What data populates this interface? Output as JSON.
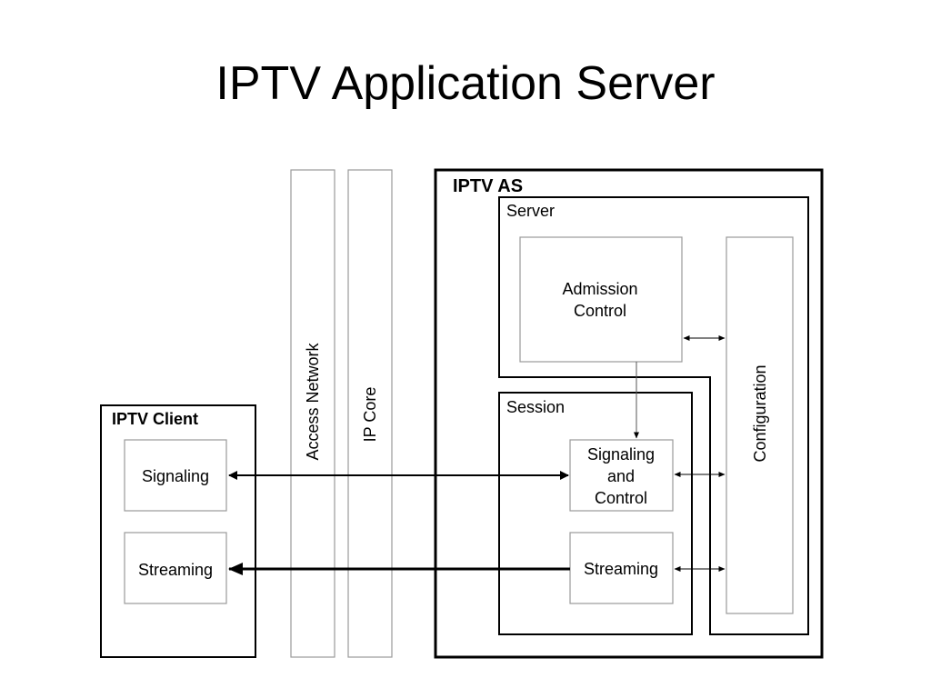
{
  "title": "IPTV Application Server",
  "diagram": {
    "client": {
      "title": "IPTV Client",
      "signaling": "Signaling",
      "streaming": "Streaming"
    },
    "access_network": "Access Network",
    "ip_core": "IP Core",
    "as": {
      "title": "IPTV AS",
      "server": {
        "title": "Server",
        "admission_line1": "Admission",
        "admission_line2": "Control"
      },
      "session": {
        "title": "Session",
        "signaling_line1": "Signaling",
        "signaling_line2": "and",
        "signaling_line3": "Control",
        "streaming": "Streaming"
      },
      "configuration": "Configuration"
    },
    "colors": {
      "stroke": "#000000",
      "light_stroke": "#9a9a9a",
      "background": "#ffffff"
    }
  }
}
